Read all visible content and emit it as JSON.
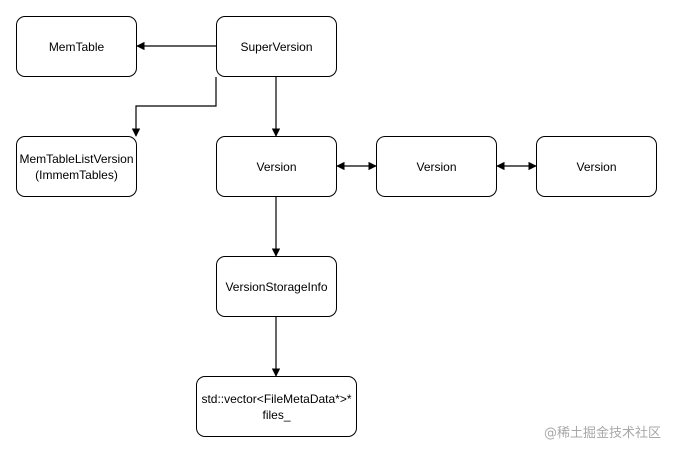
{
  "nodes": {
    "memtable": {
      "lines": [
        "MemTable"
      ]
    },
    "superversion": {
      "lines": [
        "SuperVersion"
      ]
    },
    "memtablelistversion": {
      "lines": [
        "MemTableListVersion",
        "(ImmemTables)"
      ]
    },
    "version_1": {
      "lines": [
        "Version"
      ]
    },
    "version_2": {
      "lines": [
        "Version"
      ]
    },
    "version_3": {
      "lines": [
        "Version"
      ]
    },
    "versionstorageinfo": {
      "lines": [
        "VersionStorageInfo"
      ]
    },
    "files_vector": {
      "lines": [
        "std::vector<FileMetaData*>*",
        "files_"
      ]
    }
  },
  "edges": [
    {
      "from": "superversion",
      "to": "memtable",
      "style": "arrow"
    },
    {
      "from": "superversion",
      "to": "memtablelistversion",
      "style": "arrow"
    },
    {
      "from": "superversion",
      "to": "version_1",
      "style": "arrow"
    },
    {
      "from": "version_1",
      "to": "version_2",
      "style": "bidirectional"
    },
    {
      "from": "version_2",
      "to": "version_3",
      "style": "bidirectional"
    },
    {
      "from": "version_1",
      "to": "versionstorageinfo",
      "style": "arrow"
    },
    {
      "from": "versionstorageinfo",
      "to": "files_vector",
      "style": "arrow"
    }
  ],
  "colors": {
    "stroke": "#000000",
    "fill": "#ffffff",
    "text": "#000000",
    "watermark": "#a8a8a8"
  },
  "watermark": {
    "text": "@稀土掘金技术社区"
  }
}
